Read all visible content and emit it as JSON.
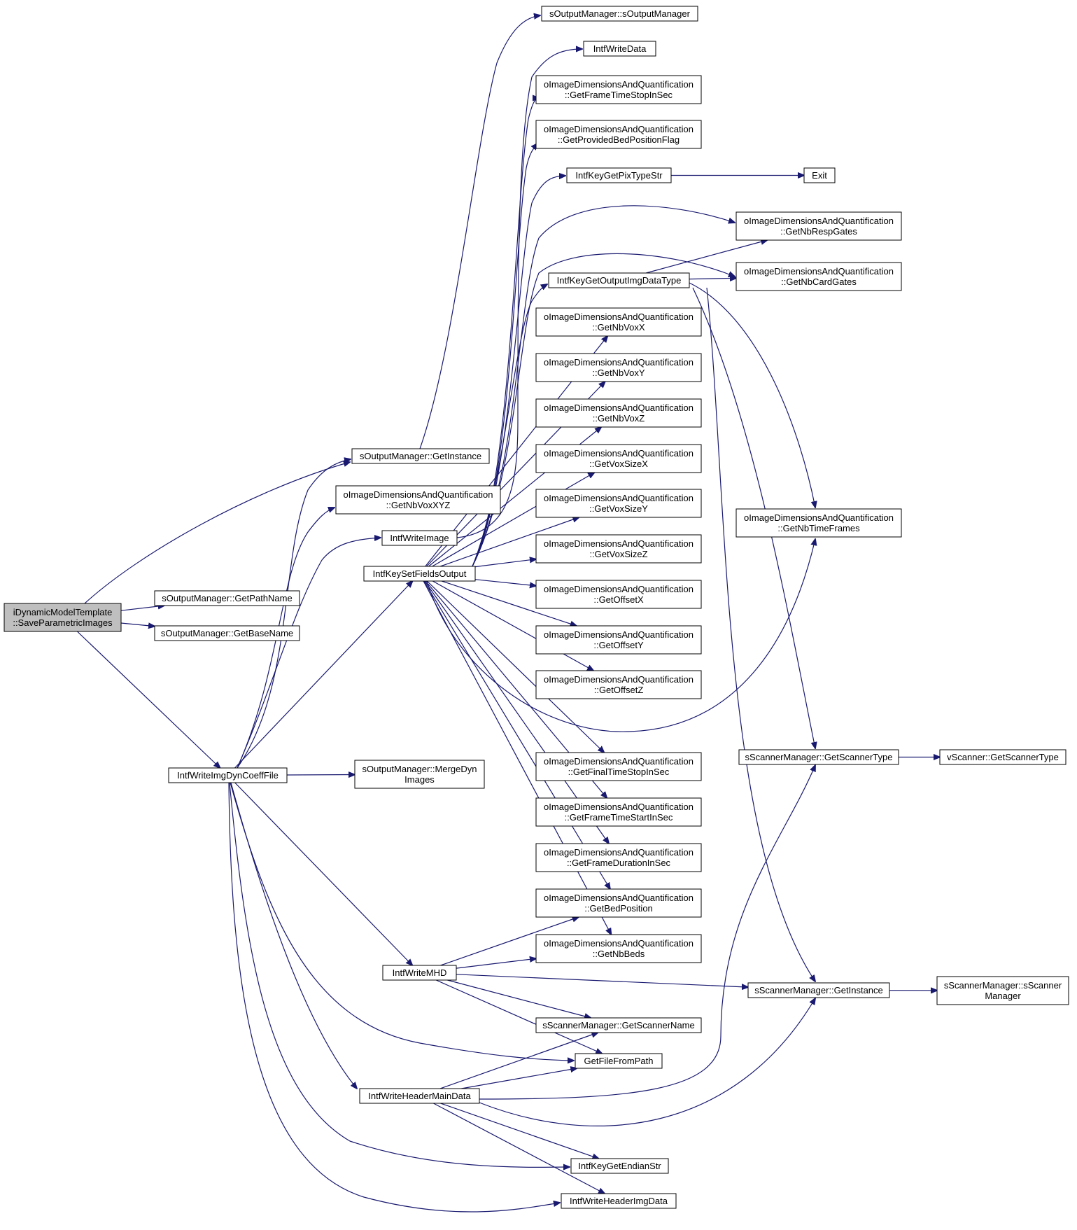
{
  "colors": {
    "edge": "#191970",
    "root_fill": "#bfbfbf",
    "node_fill": "#ffffff",
    "node_border": "#000000"
  },
  "nodes": [
    {
      "id": "root",
      "lines": [
        "iDynamicModelTemplate",
        "::SaveParametricImages"
      ],
      "root": true
    },
    {
      "id": "om_getpathname",
      "lines": [
        "sOutputManager::GetPathName"
      ]
    },
    {
      "id": "om_getbasename",
      "lines": [
        "sOutputManager::GetBaseName"
      ]
    },
    {
      "id": "om_getinstance",
      "lines": [
        "sOutputManager::GetInstance"
      ]
    },
    {
      "id": "om_ctor",
      "lines": [
        "sOutputManager::sOutputManager"
      ]
    },
    {
      "id": "getnbvoxxyz",
      "lines": [
        "oImageDimensionsAndQuantification",
        "::GetNbVoxXYZ"
      ]
    },
    {
      "id": "intfwriteimage",
      "lines": [
        "IntfWriteImage"
      ]
    },
    {
      "id": "intfkeysetfieldsoutput",
      "lines": [
        "IntfKeySetFieldsOutput"
      ]
    },
    {
      "id": "intfwriteimgdyncoefffile",
      "lines": [
        "IntfWriteImgDynCoeffFile"
      ]
    },
    {
      "id": "om_mergedyn",
      "lines": [
        "sOutputManager::MergeDyn",
        "Images"
      ]
    },
    {
      "id": "intfwritemhd",
      "lines": [
        "IntfWriteMHD"
      ]
    },
    {
      "id": "intfwriteheadermaindata",
      "lines": [
        "IntfWriteHeaderMainData"
      ]
    },
    {
      "id": "intfwritedata",
      "lines": [
        "IntfWriteData"
      ]
    },
    {
      "id": "getframetimestop",
      "lines": [
        "oImageDimensionsAndQuantification",
        "::GetFrameTimeStopInSec"
      ]
    },
    {
      "id": "getprovidedbed",
      "lines": [
        "oImageDimensionsAndQuantification",
        "::GetProvidedBedPositionFlag"
      ]
    },
    {
      "id": "intfkeygetpixtypestr",
      "lines": [
        "IntfKeyGetPixTypeStr"
      ]
    },
    {
      "id": "exit",
      "lines": [
        "Exit"
      ]
    },
    {
      "id": "getnbrespgates",
      "lines": [
        "oImageDimensionsAndQuantification",
        "::GetNbRespGates"
      ]
    },
    {
      "id": "intfkeygetoutputimgdatatype",
      "lines": [
        "IntfKeyGetOutputImgDataType"
      ]
    },
    {
      "id": "getnbcardgates",
      "lines": [
        "oImageDimensionsAndQuantification",
        "::GetNbCardGates"
      ]
    },
    {
      "id": "getnbvoxx",
      "lines": [
        "oImageDimensionsAndQuantification",
        "::GetNbVoxX"
      ]
    },
    {
      "id": "getnbvoxy",
      "lines": [
        "oImageDimensionsAndQuantification",
        "::GetNbVoxY"
      ]
    },
    {
      "id": "getnbvoxz",
      "lines": [
        "oImageDimensionsAndQuantification",
        "::GetNbVoxZ"
      ]
    },
    {
      "id": "getvoxsizex",
      "lines": [
        "oImageDimensionsAndQuantification",
        "::GetVoxSizeX"
      ]
    },
    {
      "id": "getvoxsizey",
      "lines": [
        "oImageDimensionsAndQuantification",
        "::GetVoxSizeY"
      ]
    },
    {
      "id": "getvoxsizez",
      "lines": [
        "oImageDimensionsAndQuantification",
        "::GetVoxSizeZ"
      ]
    },
    {
      "id": "getoffsetx",
      "lines": [
        "oImageDimensionsAndQuantification",
        "::GetOffsetX"
      ]
    },
    {
      "id": "getoffsety",
      "lines": [
        "oImageDimensionsAndQuantification",
        "::GetOffsetY"
      ]
    },
    {
      "id": "getoffsetz",
      "lines": [
        "oImageDimensionsAndQuantification",
        "::GetOffsetZ"
      ]
    },
    {
      "id": "getnbtimeframes",
      "lines": [
        "oImageDimensionsAndQuantification",
        "::GetNbTimeFrames"
      ]
    },
    {
      "id": "getfinaltimestop",
      "lines": [
        "oImageDimensionsAndQuantification",
        "::GetFinalTimeStopInSec"
      ]
    },
    {
      "id": "getframetimestart",
      "lines": [
        "oImageDimensionsAndQuantification",
        "::GetFrameTimeStartInSec"
      ]
    },
    {
      "id": "getframeduration",
      "lines": [
        "oImageDimensionsAndQuantification",
        "::GetFrameDurationInSec"
      ]
    },
    {
      "id": "getbedposition",
      "lines": [
        "oImageDimensionsAndQuantification",
        "::GetBedPosition"
      ]
    },
    {
      "id": "getnbbeds",
      "lines": [
        "oImageDimensionsAndQuantification",
        "::GetNbBeds"
      ]
    },
    {
      "id": "sm_getscannertype",
      "lines": [
        "sScannerManager::GetScannerType"
      ]
    },
    {
      "id": "vs_getscannertype",
      "lines": [
        "vScanner::GetScannerType"
      ]
    },
    {
      "id": "sm_getinstance",
      "lines": [
        "sScannerManager::GetInstance"
      ]
    },
    {
      "id": "sm_ctor",
      "lines": [
        "sScannerManager::sScanner",
        "Manager"
      ]
    },
    {
      "id": "sm_getscannername",
      "lines": [
        "sScannerManager::GetScannerName"
      ]
    },
    {
      "id": "getfilefrompath",
      "lines": [
        "GetFileFromPath"
      ]
    },
    {
      "id": "intfkeygetendianstr",
      "lines": [
        "IntfKeyGetEndianStr"
      ]
    },
    {
      "id": "intfwriteheaderimgdata",
      "lines": [
        "IntfWriteHeaderImgData"
      ]
    }
  ]
}
